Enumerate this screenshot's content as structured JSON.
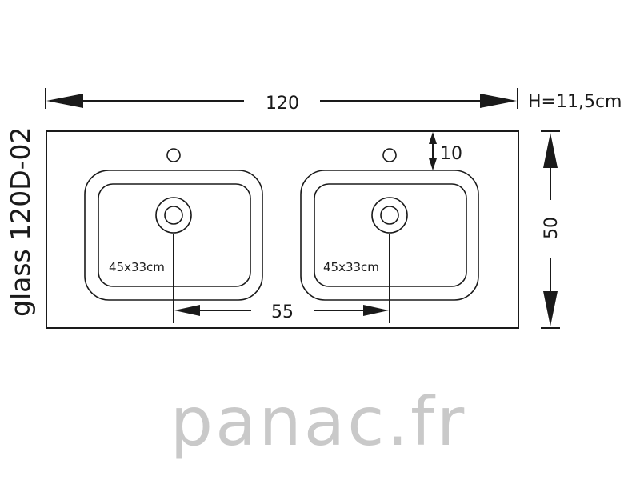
{
  "model_label": "glass 120D-02",
  "dimensions": {
    "width": "120",
    "height_note": "H=11,5cm",
    "depth": "50",
    "edge_offset": "10",
    "drain_spacing": "55"
  },
  "basins": [
    {
      "size_label": "45x33cm"
    },
    {
      "size_label": "45x33cm"
    }
  ],
  "brand": "panac.fr"
}
